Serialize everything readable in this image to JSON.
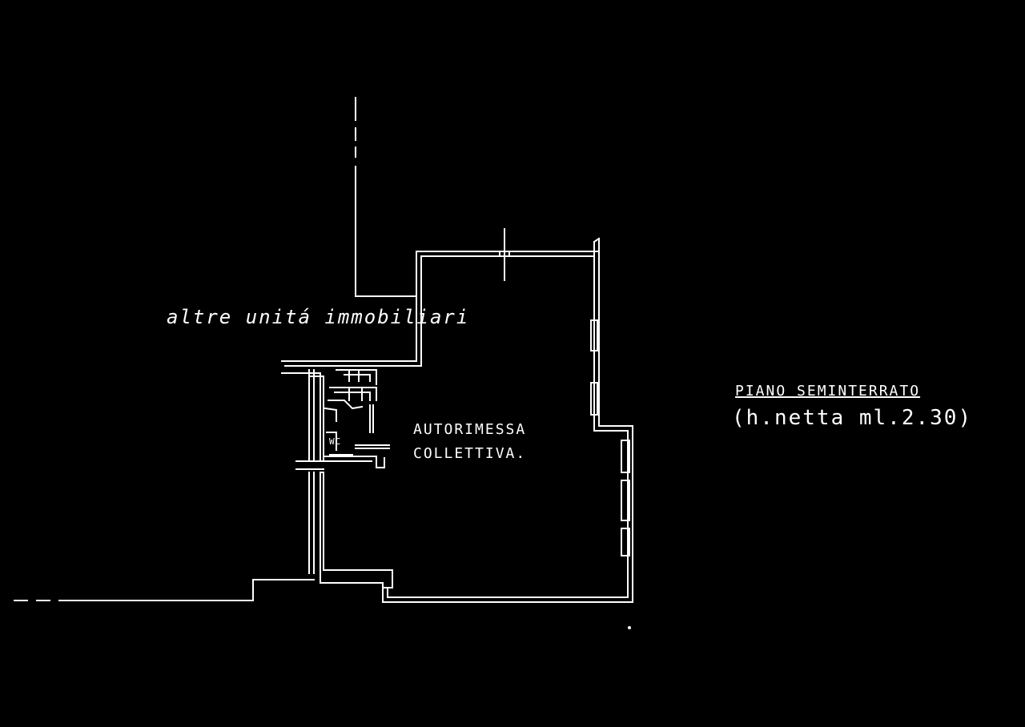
{
  "drawing": {
    "stroke_color": "#ffffff",
    "background_color": "#000000"
  },
  "labels": {
    "other_units": "altre unitá immobiliari",
    "garage_line1": "AUTORIMESSA",
    "garage_line2": "COLLETTIVA.",
    "wc": "WC",
    "level_title": "PIANO SEMINTERRATO",
    "net_height": "(h.netta ml.2.30)"
  }
}
